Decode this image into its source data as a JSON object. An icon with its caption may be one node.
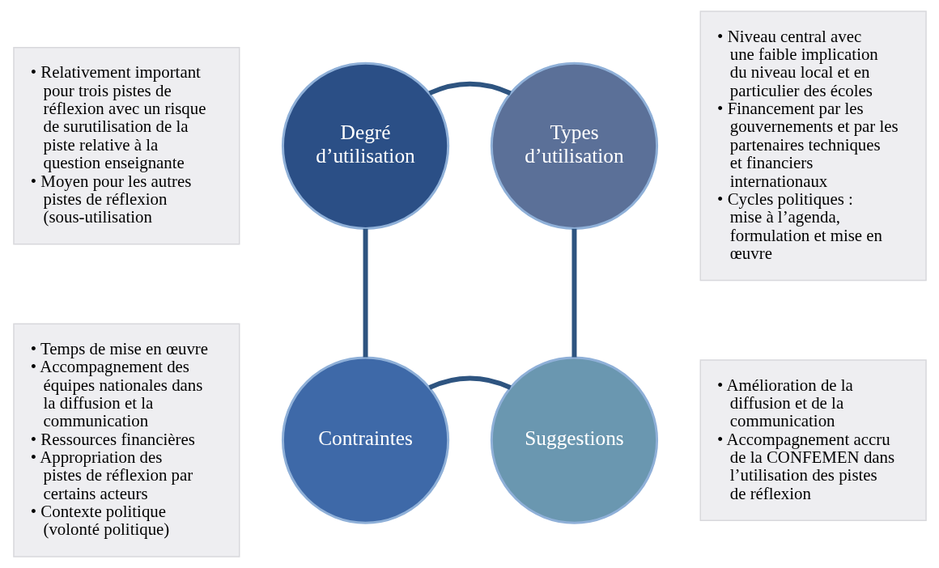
{
  "diagram": {
    "nodes": [
      {
        "text": [
          "• Relativement important pour trois pistes de réflexion avec un risque de surutilisation de la piste relative à la question enseignante",
          "• Moyen pour les autres pistes de réflexion (sous-utilisation"
        ]
      },
      {
        "text": [
          "Degré d’utilisation"
        ]
      },
      {
        "text": [
          "Types d’utilisation"
        ]
      },
      {
        "text": [
          "• Niveau central avec une faible implication du niveau local et en particulier des écoles",
          "• Financement par les gouvernements et par les partenaires techniques et financiers internationaux",
          "• Cycles politiques : mise à l’agenda, formulation et mise en œuvre"
        ]
      },
      {
        "text": [
          "• Temps de mise en œuvre",
          "• Accompagnement des équipes nationales dans la diffusion et la communication",
          "• Ressources financières",
          "• Appropriation des pistes de réflexion par certains acteurs",
          "• Contexte politique (volonté politique)"
        ]
      },
      {
        "text": [
          "Contraintes"
        ]
      },
      {
        "text": [
          "Suggestions"
        ]
      },
      {
        "text": [
          "• Amélioration de la diffusion et de la communication",
          "• Accompagnement accru de la CONFEMEN dans l’utilisation des pistes de réflexion"
        ]
      }
    ],
    "edges": [
      {
        "from": 1,
        "to": 2,
        "arrow": "none"
      },
      {
        "from": 1,
        "to": 5,
        "arrow": "none"
      },
      {
        "from": 2,
        "to": 6,
        "arrow": "none"
      },
      {
        "from": 5,
        "to": 6,
        "arrow": "none"
      }
    ]
  }
}
